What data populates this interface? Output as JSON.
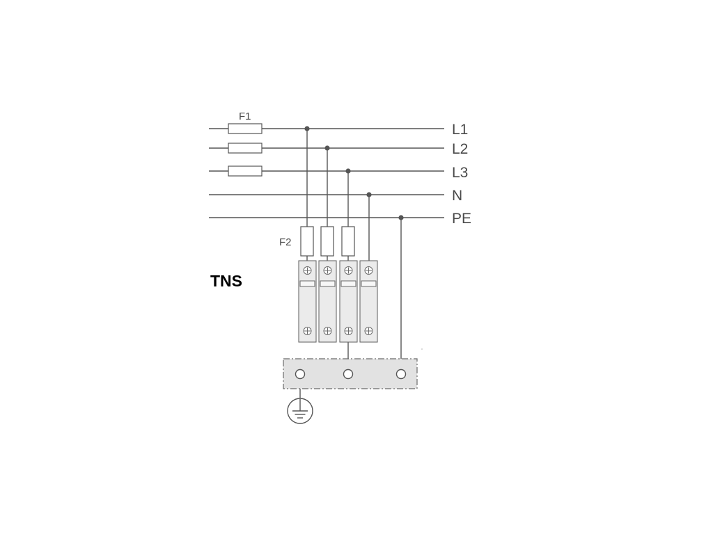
{
  "diagram": {
    "system_label": "TNS",
    "fuse_upstream_label": "F1",
    "fuse_branch_label": "F2",
    "conductors": [
      {
        "label": "L1"
      },
      {
        "label": "L2"
      },
      {
        "label": "L3"
      },
      {
        "label": "N"
      },
      {
        "label": "PE"
      }
    ],
    "modules": [
      {
        "conductor": "L1",
        "fused": true
      },
      {
        "conductor": "L2",
        "fused": true
      },
      {
        "conductor": "L3",
        "fused": true
      },
      {
        "conductor": "N",
        "fused": false
      }
    ],
    "colors": {
      "wire": "#555555",
      "module_fill": "#ebebeb",
      "bar_fill": "#e2e2e2",
      "text": "#4a4a4a"
    }
  }
}
